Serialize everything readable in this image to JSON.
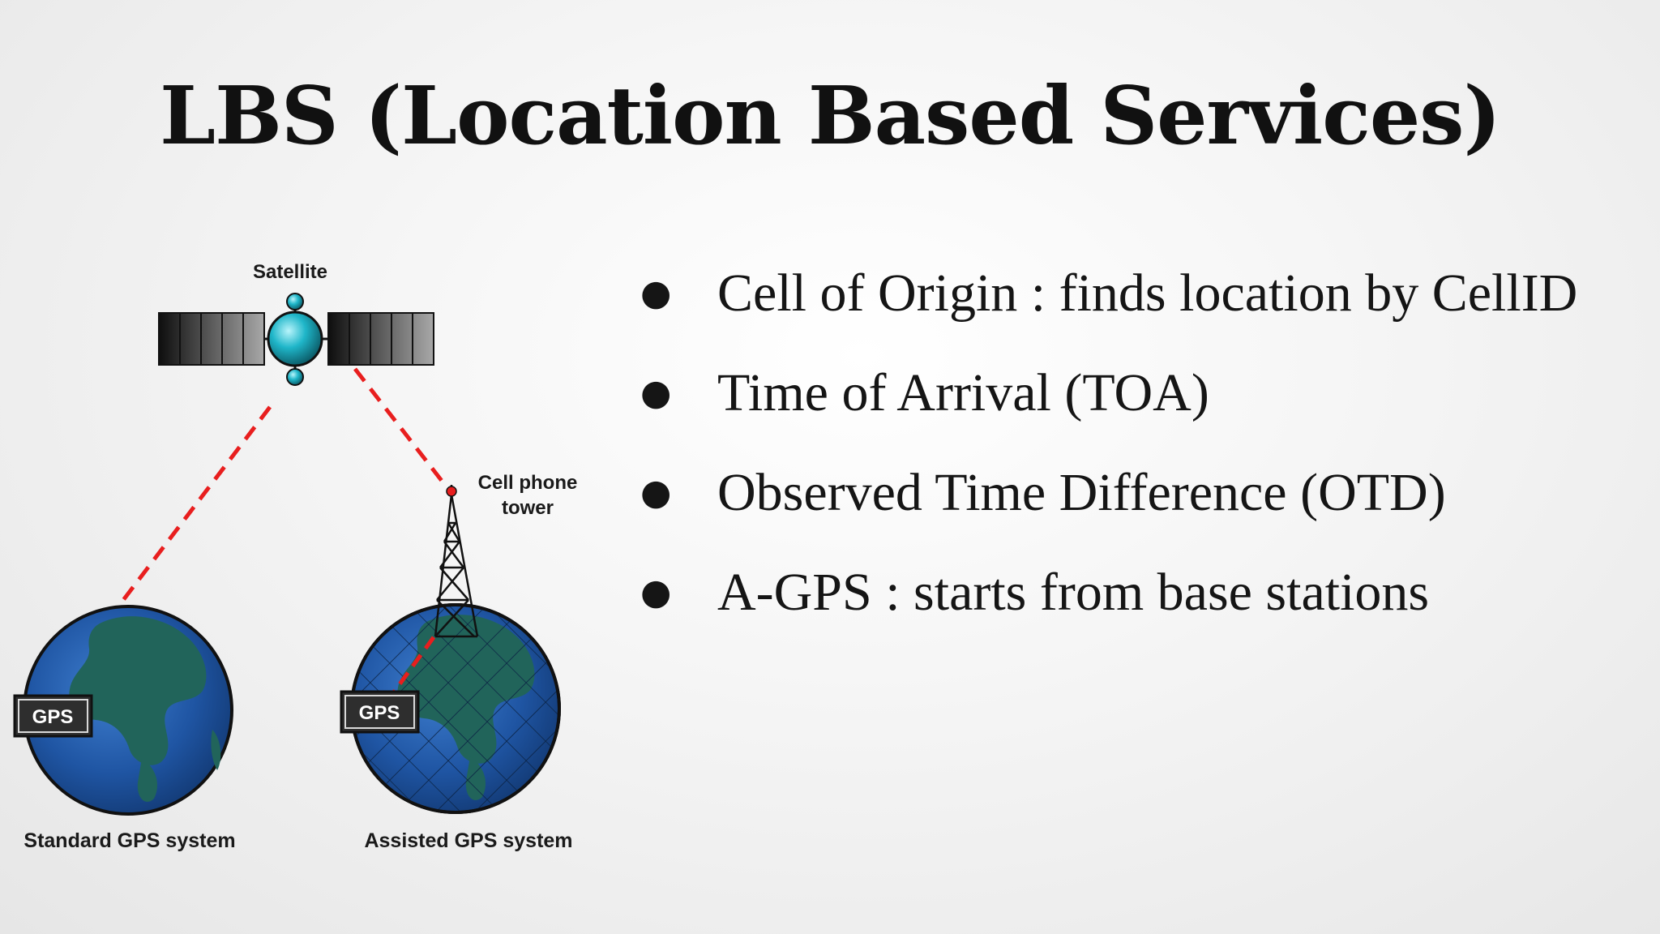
{
  "title": "LBS (Location Based Services)",
  "diagram": {
    "satellite_label": "Satellite",
    "tower_label_line1": "Cell phone",
    "tower_label_line2": "tower",
    "gps_badge_left": "GPS",
    "gps_badge_right": "GPS",
    "caption_left": "Standard GPS system",
    "caption_right": "Assisted GPS system"
  },
  "bullets": [
    {
      "text": "Cell of Origin : finds location by CellID"
    },
    {
      "text": "Time of Arrival (TOA)"
    },
    {
      "text": "Observed Time Difference (OTD)"
    },
    {
      "text": "A-GPS : starts from base stations"
    }
  ],
  "bullet_symbol": "●",
  "colors": {
    "signal_line": "#e81e1e",
    "globe_ocean": "#1f55a3",
    "globe_land": "#21645a",
    "satellite_body": "#1fb6c9"
  }
}
